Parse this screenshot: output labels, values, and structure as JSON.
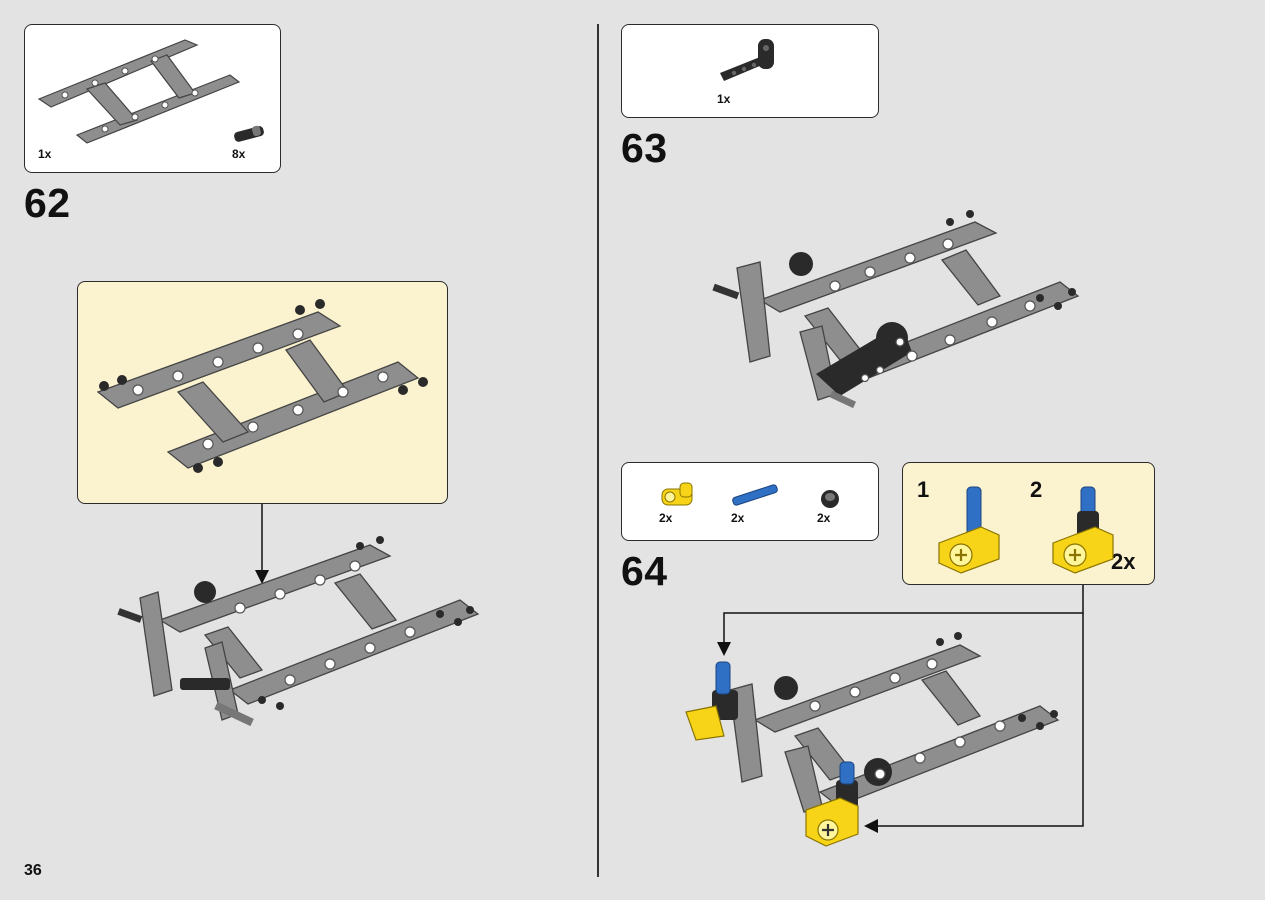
{
  "page": {
    "number": "36"
  },
  "steps": [
    {
      "number": "62",
      "parts": [
        {
          "icon": "frame-assembly-icon",
          "qty": "1x"
        },
        {
          "icon": "black-pin-icon",
          "qty": "8x"
        }
      ]
    },
    {
      "number": "63",
      "parts": [
        {
          "icon": "black-angle-beam-icon",
          "qty": "1x"
        }
      ]
    },
    {
      "number": "64",
      "parts": [
        {
          "icon": "yellow-connector-icon",
          "qty": "2x"
        },
        {
          "icon": "blue-axle-pin-icon",
          "qty": "2x"
        },
        {
          "icon": "black-bush-icon",
          "qty": "2x"
        }
      ],
      "substeps": [
        {
          "label": "1"
        },
        {
          "label": "2"
        }
      ],
      "multiplier": "2x"
    }
  ],
  "colors": {
    "background": "#e3e3e3",
    "callout": "#fbf3cf",
    "beam": "#8e8e8e",
    "yellow": "#f7d417",
    "blue": "#2f6fc4",
    "black": "#2a2a2a"
  }
}
